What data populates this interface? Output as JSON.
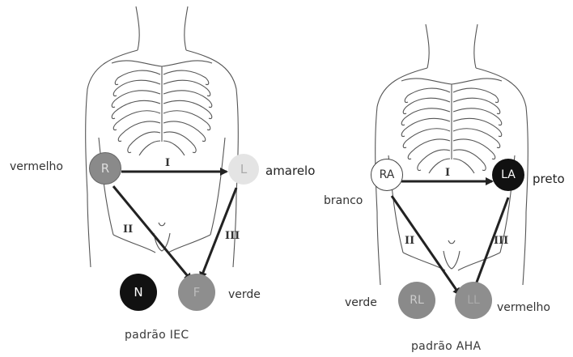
{
  "iec": {
    "caption": "padrão IEC",
    "electrodes": {
      "R": {
        "label": "R",
        "color_name": "vermelho",
        "fill": "#8a8a8a"
      },
      "L": {
        "label": "L",
        "color_name": "amarelo",
        "fill": "#e4e4e4"
      },
      "N": {
        "label": "N",
        "fill": "#111111"
      },
      "F": {
        "label": "F",
        "color_name": "verde",
        "fill": "#8e8e8e"
      }
    },
    "leads": {
      "I": "I",
      "II": "II",
      "III": "III"
    }
  },
  "aha": {
    "caption": "padrão AHA",
    "electrodes": {
      "RA": {
        "label": "RA",
        "color_name": "branco",
        "fill": "#ffffff"
      },
      "LA": {
        "label": "LA",
        "color_name": "preto",
        "fill": "#111111"
      },
      "RL": {
        "label": "RL",
        "color_name": "verde",
        "fill": "#8a8a8a"
      },
      "LL": {
        "label": "LL",
        "color_name": "vermelho",
        "fill": "#8e8e8e"
      }
    },
    "leads": {
      "I": "I",
      "II": "II",
      "III": "III"
    }
  }
}
